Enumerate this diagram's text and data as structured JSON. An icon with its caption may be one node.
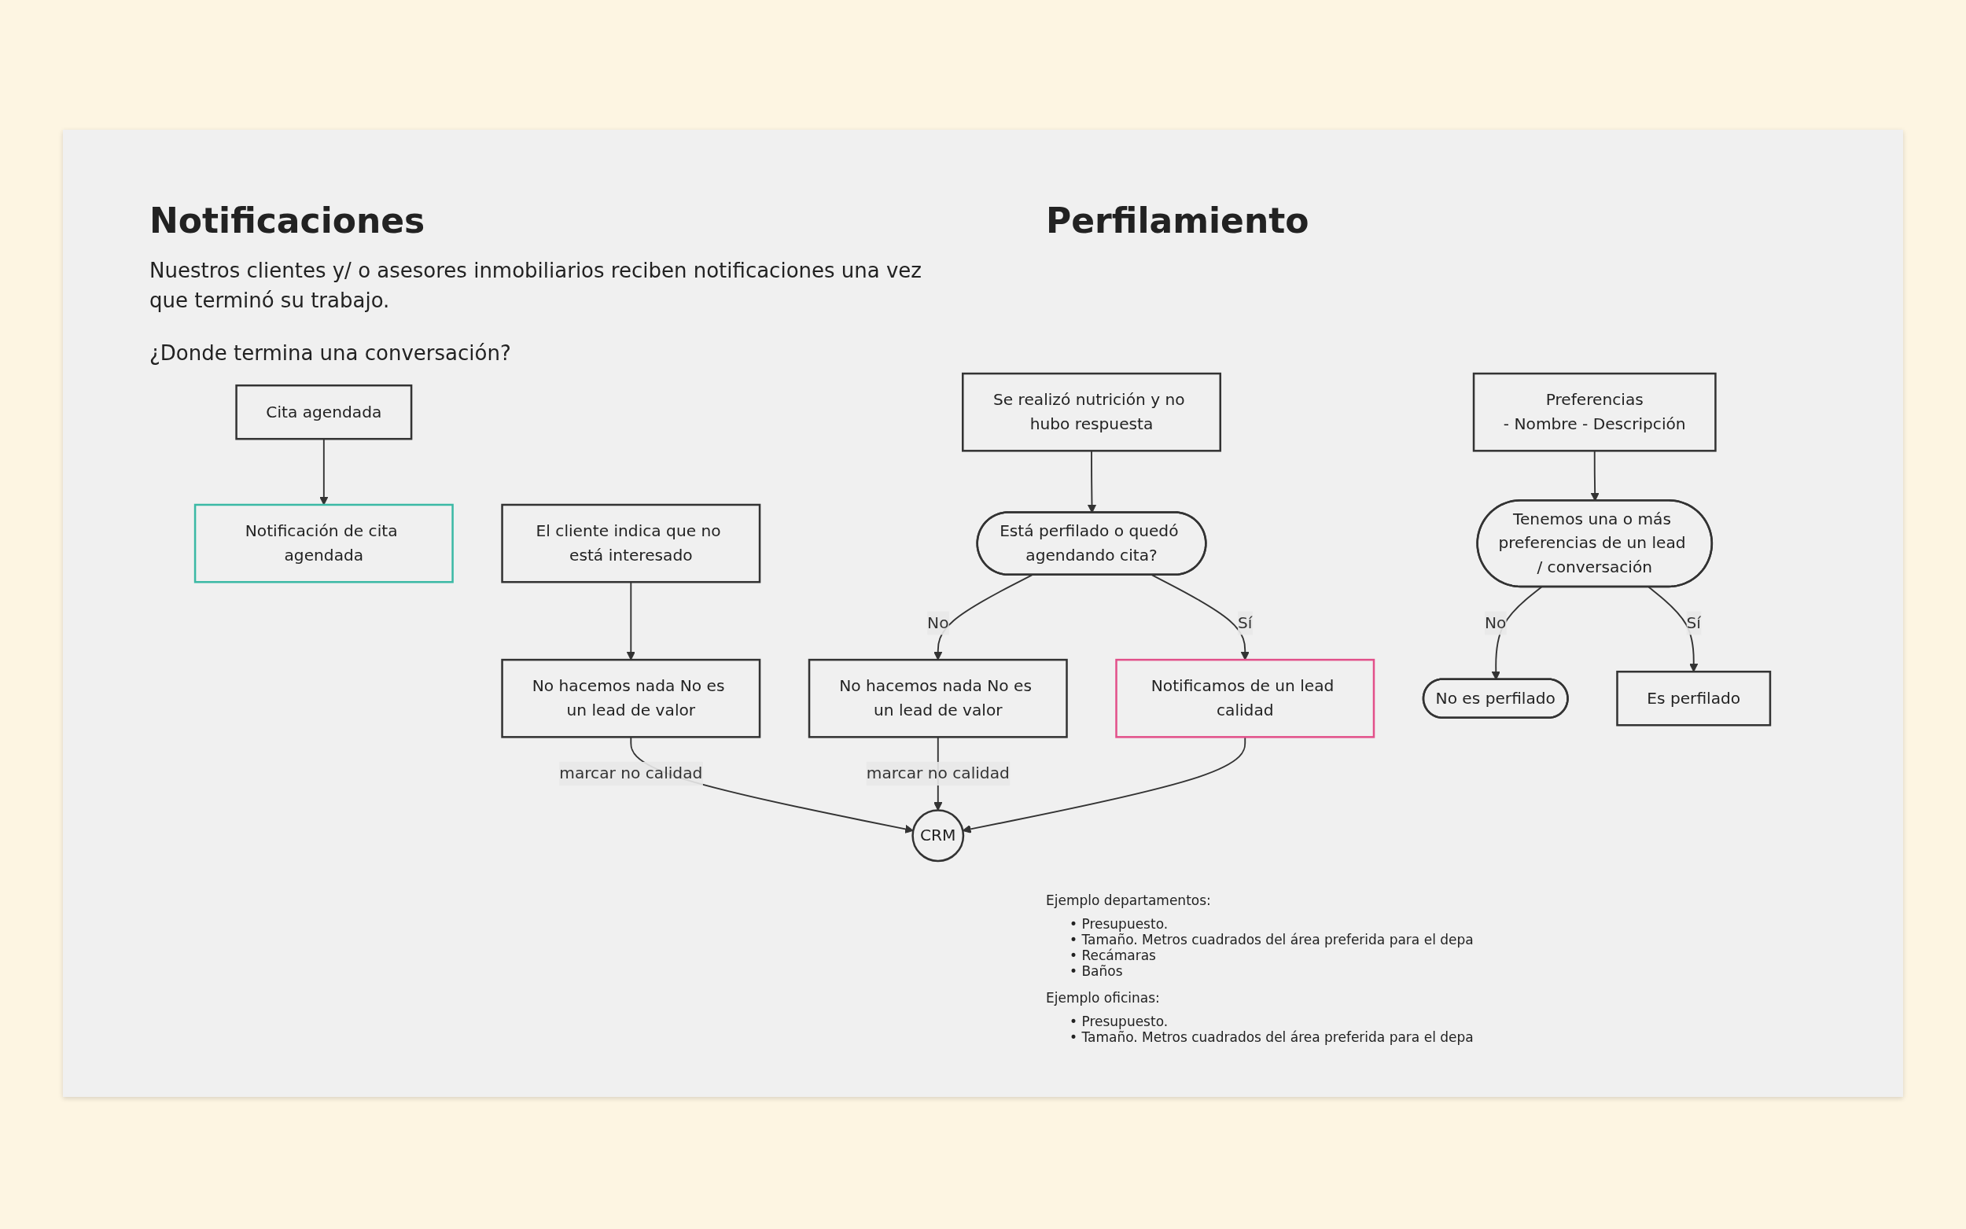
{
  "diagram": {
    "nodes": [
      {
        "text": [
          "Cita agendada"
        ]
      },
      {
        "text": [
          "Se realizó nutrición y no hubo respuesta"
        ]
      },
      {
        "text": [
          "El cliente indica que no está interesado"
        ]
      },
      {
        "text": [
          "Notificación de cita agendada"
        ]
      },
      {
        "text": [
          "Está perfilado o quedó agendando cita?"
        ]
      },
      {
        "text": [
          "No hacemos nada No es un lead de valor"
        ]
      },
      {
        "text": [
          "Notificamos de un lead calidad"
        ]
      },
      {
        "text": [
          "No hacemos nada No es un lead de valor"
        ]
      },
      {
        "text": [
          "CRM"
        ]
      },
      {
        "text": [
          "Preferencias",
          "- Nombre - Descripción"
        ]
      },
      {
        "text": [
          "Tenemos una o más preferencias de un lead / conversación"
        ]
      },
      {
        "text": [
          "No es perfilado"
        ]
      },
      {
        "text": [
          "Es perfilado"
        ]
      }
    ],
    "edges": [
      {
        "from": 0,
        "to": 3,
        "arrow": "to"
      },
      {
        "from": 1,
        "to": 4,
        "arrow": "to"
      },
      {
        "from": 2,
        "to": 5,
        "arrow": "to"
      },
      {
        "from": 4,
        "to": 6,
        "arrow": "to",
        "label": "Sí"
      },
      {
        "from": 4,
        "to": 7,
        "arrow": "to",
        "label": "No"
      },
      {
        "from": 5,
        "to": 8,
        "arrow": "to",
        "label": "marcar no calidad"
      },
      {
        "from": 7,
        "to": 8,
        "arrow": "to",
        "label": "marcar no calidad"
      },
      {
        "from": 6,
        "to": 8,
        "arrow": "to"
      },
      {
        "from": 9,
        "to": 10,
        "arrow": "to"
      },
      {
        "from": 10,
        "to": 11,
        "arrow": "to",
        "label": "No"
      },
      {
        "from": 10,
        "to": 12,
        "arrow": "to",
        "label": "Sí"
      }
    ],
    "labels": [
      "Notificaciones",
      "Nuestros clientes y/ o asesores inmobiliarios reciben notificaciones una vez que terminó su trabajo.",
      "¿Donde termina una conversación?",
      "Perfilamiento",
      "Ejemplo departamentos:",
      "• Presupuesto.",
      "• Tamaño. Metros cuadrados del área preferida para el depa",
      "• Recámaras",
      "• Baños",
      "Ejemplo oficinas:",
      "• Presupuesto.",
      "• Tamaño. Metros cuadrados del área preferida para el depa"
    ]
  }
}
